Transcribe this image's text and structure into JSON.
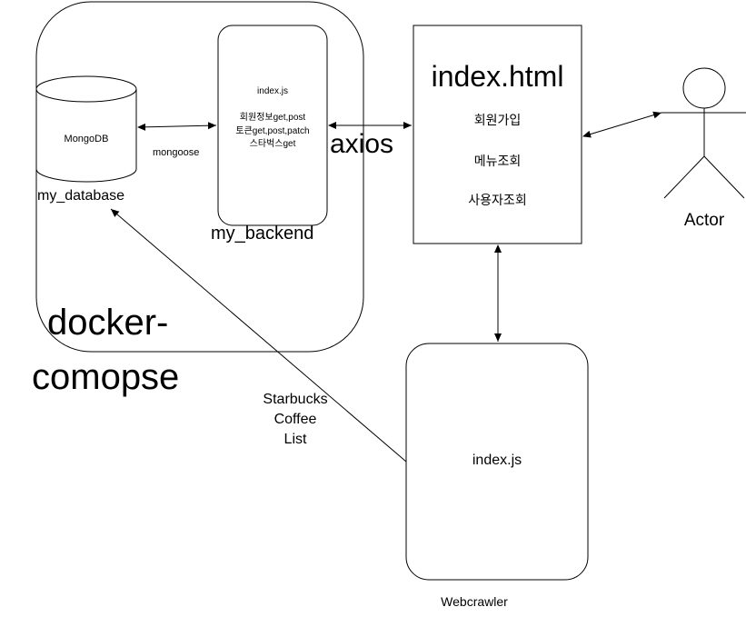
{
  "docker": {
    "title_line1": "docker-",
    "title_line2": "comopse"
  },
  "database": {
    "inner_label": "MongoDB",
    "name": "my_database"
  },
  "backend": {
    "file": "index.js",
    "line1": "회원정보get,post",
    "line2": "토큰get,post,patch",
    "line3": "스타벅스get",
    "name": "my_backend"
  },
  "frontend": {
    "title": "index.html",
    "item1": "회원가입",
    "item2": "메뉴조회",
    "item3": "사용자조회"
  },
  "actor": {
    "label": "Actor"
  },
  "webcrawler": {
    "file": "index.js",
    "name": "Webcrawler"
  },
  "edges": {
    "db_backend": "mongoose",
    "backend_frontend": "axios",
    "crawler_db_line1": "Starbucks",
    "crawler_db_line2": "Coffee",
    "crawler_db_line3": "List"
  }
}
